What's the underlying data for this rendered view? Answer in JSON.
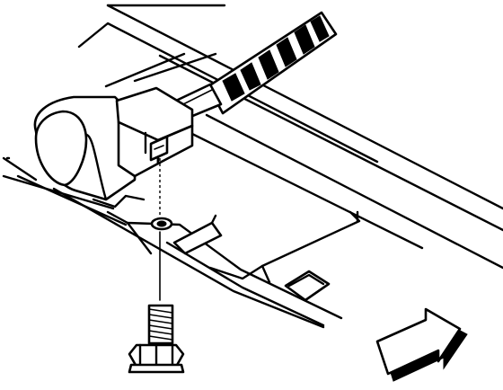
{
  "figure": {
    "parts": [
      {
        "name": "mounting-rail",
        "description": ""
      },
      {
        "name": "wiring-harness",
        "description": ""
      },
      {
        "name": "harness-clip",
        "description": ""
      },
      {
        "name": "retaining-bolt",
        "description": ""
      },
      {
        "name": "direction-arrow-icon",
        "description": ""
      }
    ],
    "colors": {
      "line": "#000000",
      "background": "#ffffff"
    }
  }
}
